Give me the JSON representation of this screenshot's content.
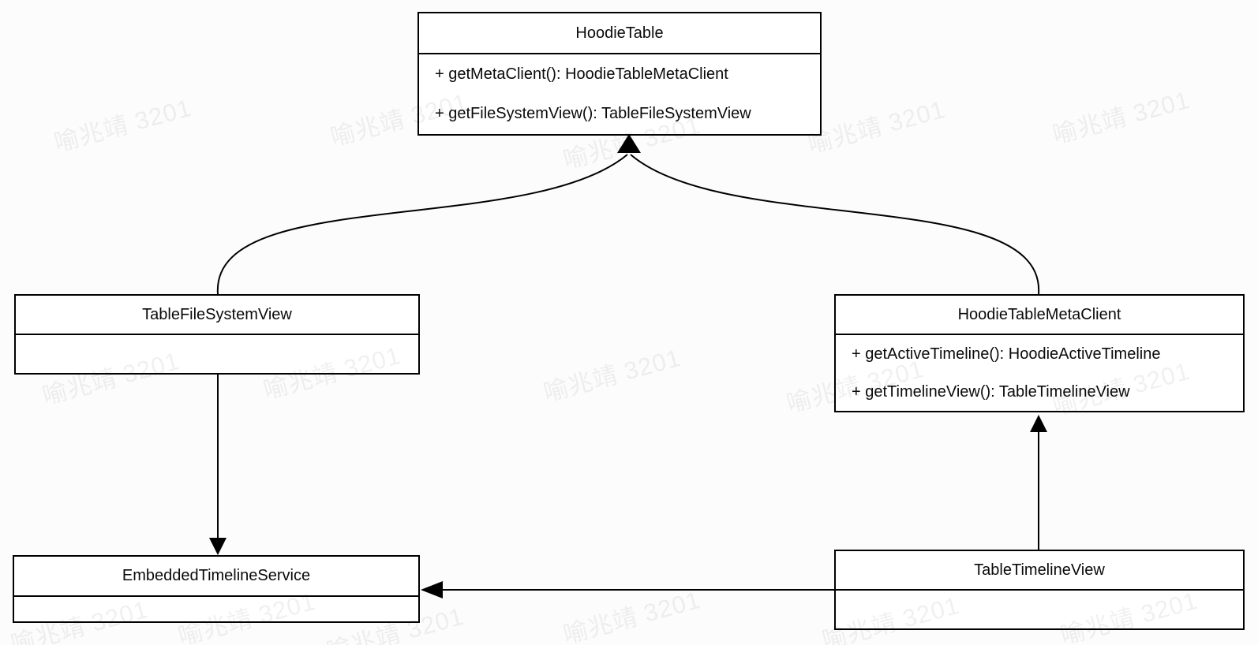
{
  "diagram": {
    "type": "uml-class-diagram",
    "classes": {
      "hoodie_table": {
        "name": "HoodieTable",
        "methods": [
          "+ getMetaClient(): HoodieTableMetaClient",
          "+ getFileSystemView(): TableFileSystemView"
        ]
      },
      "table_file_system_view": {
        "name": "TableFileSystemView",
        "methods": []
      },
      "hoodie_table_meta_client": {
        "name": "HoodieTableMetaClient",
        "methods": [
          "+ getActiveTimeline(): HoodieActiveTimeline",
          "+ getTimelineView(): TableTimelineView"
        ]
      },
      "embedded_timeline_service": {
        "name": "EmbeddedTimelineService",
        "methods": []
      },
      "table_timeline_view": {
        "name": "TableTimelineView",
        "methods": []
      }
    },
    "relations": [
      {
        "from": "TableFileSystemView",
        "to": "HoodieTable",
        "line": "curved",
        "arrowhead": "filled-triangle"
      },
      {
        "from": "HoodieTableMetaClient",
        "to": "HoodieTable",
        "line": "curved",
        "arrowhead": "filled-triangle"
      },
      {
        "from": "TableFileSystemView",
        "to": "EmbeddedTimelineService",
        "line": "straight",
        "arrowhead": "filled-triangle"
      },
      {
        "from": "TableTimelineView",
        "to": "HoodieTableMetaClient",
        "line": "straight",
        "arrowhead": "filled-triangle"
      },
      {
        "from": "TableTimelineView",
        "to": "EmbeddedTimelineService",
        "line": "straight",
        "arrowhead": "filled-triangle"
      }
    ],
    "colors": {
      "background": "#fcfcfc",
      "box_fill": "#ffffff",
      "line": "#000000",
      "text": "#0a0a0a",
      "watermark": "rgba(0,0,0,0.06)"
    }
  },
  "watermark": {
    "text": "喻兆靖 3201"
  }
}
